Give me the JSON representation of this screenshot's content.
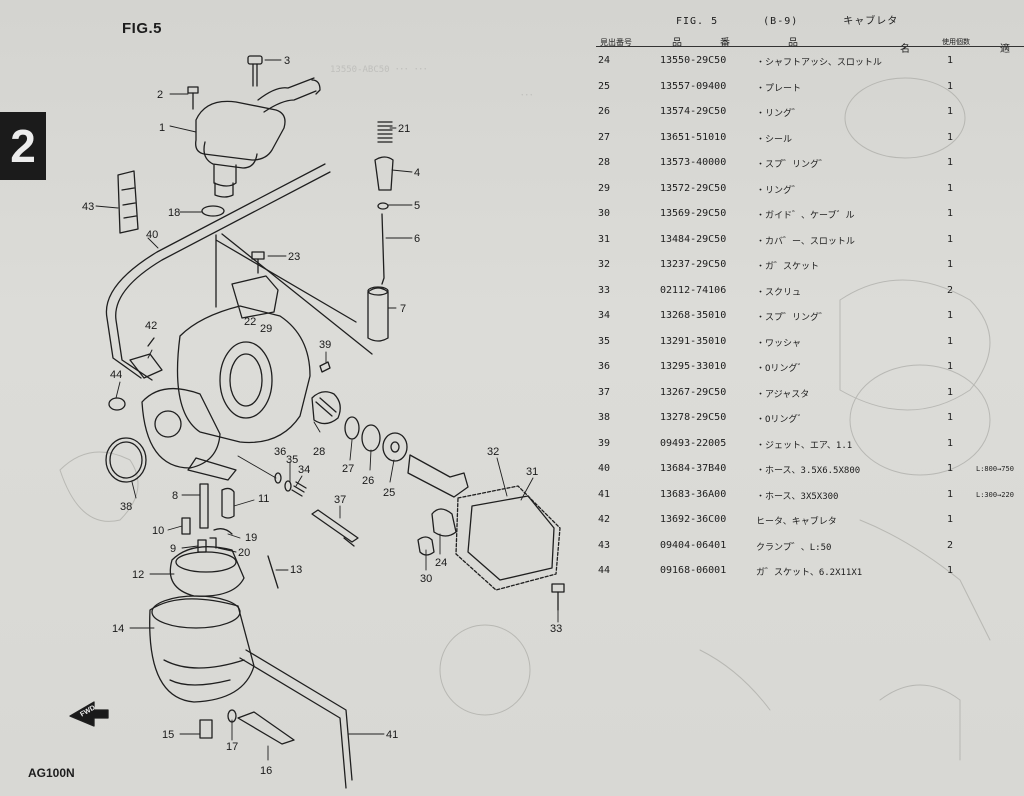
{
  "figure": {
    "title": "FIG.5",
    "section": "2",
    "model": "AG100N",
    "fwd_label": "FWD"
  },
  "parts_list": {
    "fig_ref": "FIG. 5",
    "page_ref": "(B-9)",
    "group_name": "キャブレタ",
    "headers": {
      "ref_no": "見出番号",
      "part_no_a": "品",
      "part_no_b": "番",
      "desc": "品",
      "desc_b": "名",
      "qty": "使用個数",
      "remarks": "適"
    },
    "rows": [
      {
        "no": "24",
        "part": "13550-29C50",
        "desc": "・シャフトアッシ、スロットル",
        "qty": "1",
        "remarks": ""
      },
      {
        "no": "25",
        "part": "13557-09400",
        "desc": "・プレート",
        "qty": "1",
        "remarks": ""
      },
      {
        "no": "26",
        "part": "13574-29C50",
        "desc": "・リング゛",
        "qty": "1",
        "remarks": ""
      },
      {
        "no": "27",
        "part": "13651-51010",
        "desc": "・シール",
        "qty": "1",
        "remarks": ""
      },
      {
        "no": "28",
        "part": "13573-40000",
        "desc": "・スプ゛リング゛",
        "qty": "1",
        "remarks": ""
      },
      {
        "no": "29",
        "part": "13572-29C50",
        "desc": "・リング゛",
        "qty": "1",
        "remarks": ""
      },
      {
        "no": "30",
        "part": "13569-29C50",
        "desc": "・ガイド゛、ケーブ゛ル",
        "qty": "1",
        "remarks": ""
      },
      {
        "no": "31",
        "part": "13484-29C50",
        "desc": "・カバ゛ー、スロットル",
        "qty": "1",
        "remarks": ""
      },
      {
        "no": "32",
        "part": "13237-29C50",
        "desc": "・ガ゛スケット",
        "qty": "1",
        "remarks": ""
      },
      {
        "no": "33",
        "part": "02112-74106",
        "desc": "・スクリュ",
        "qty": "2",
        "remarks": ""
      },
      {
        "no": "34",
        "part": "13268-35010",
        "desc": "・スプ゛リング゛",
        "qty": "1",
        "remarks": ""
      },
      {
        "no": "35",
        "part": "13291-35010",
        "desc": "・ワッシャ",
        "qty": "1",
        "remarks": ""
      },
      {
        "no": "36",
        "part": "13295-33010",
        "desc": "・Oリング゛",
        "qty": "1",
        "remarks": ""
      },
      {
        "no": "37",
        "part": "13267-29C50",
        "desc": "・アジャスタ",
        "qty": "1",
        "remarks": ""
      },
      {
        "no": "38",
        "part": "13278-29C50",
        "desc": "・Oリング゛",
        "qty": "1",
        "remarks": ""
      },
      {
        "no": "39",
        "part": "09493-22005",
        "desc": "・ジェット、エア、1.1",
        "qty": "1",
        "remarks": ""
      },
      {
        "no": "40",
        "part": "13684-37B40",
        "desc": "・ホース、3.5X6.5X800",
        "qty": "1",
        "remarks": "L:800→750"
      },
      {
        "no": "41",
        "part": "13683-36A00",
        "desc": "・ホース、3X5X300",
        "qty": "1",
        "remarks": "L:300→220"
      },
      {
        "no": "42",
        "part": "13692-36C00",
        "desc": "ヒータ、キャブレタ",
        "qty": "1",
        "remarks": ""
      },
      {
        "no": "43",
        "part": "09404-06401",
        "desc": "クランプ゛、L:50",
        "qty": "2",
        "remarks": ""
      },
      {
        "no": "44",
        "part": "09168-06001",
        "desc": "ガ゛スケット、6.2X11X1",
        "qty": "1",
        "remarks": ""
      }
    ]
  },
  "callouts": [
    "1",
    "2",
    "3",
    "4",
    "5",
    "6",
    "7",
    "8",
    "9",
    "10",
    "11",
    "12",
    "13",
    "14",
    "15",
    "16",
    "17",
    "18",
    "19",
    "20",
    "21",
    "22",
    "23",
    "24",
    "25",
    "26",
    "27",
    "28",
    "29",
    "30",
    "31",
    "32",
    "33",
    "34",
    "35",
    "36",
    "37",
    "38",
    "39",
    "40",
    "41",
    "42",
    "43",
    "44"
  ],
  "colors": {
    "paper": "#d8d8d4",
    "ink": "#1d1d1d",
    "tab": "#1b1b1b"
  }
}
